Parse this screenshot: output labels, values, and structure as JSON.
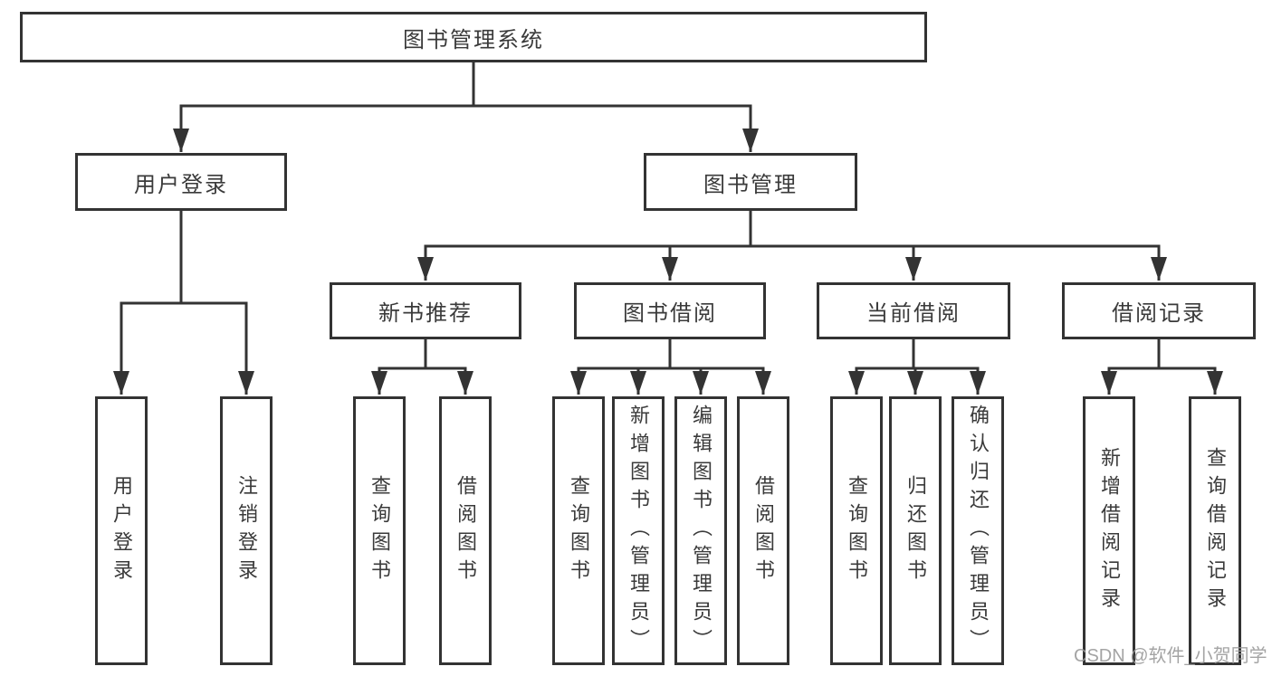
{
  "tree": {
    "root": "图书管理系统",
    "children": [
      {
        "label": "用户登录",
        "children": [
          {
            "label": "用户登录"
          },
          {
            "label": "注销登录"
          }
        ]
      },
      {
        "label": "图书管理",
        "children": [
          {
            "label": "新书推荐",
            "children": [
              {
                "label": "查询图书"
              },
              {
                "label": "借阅图书"
              }
            ]
          },
          {
            "label": "图书借阅",
            "children": [
              {
                "label": "查询图书"
              },
              {
                "label": "新增图书（管理员）"
              },
              {
                "label": "编辑图书（管理员）"
              },
              {
                "label": "借阅图书"
              }
            ]
          },
          {
            "label": "当前借阅",
            "children": [
              {
                "label": "查询图书"
              },
              {
                "label": "归还图书"
              },
              {
                "label": "确认归还（管理员）"
              }
            ]
          },
          {
            "label": "借阅记录",
            "children": [
              {
                "label": "新增借阅记录"
              },
              {
                "label": "查询借阅记录"
              }
            ]
          }
        ]
      }
    ]
  },
  "watermark": "CSDN @软件_小贺同学",
  "colors": {
    "line": "#333333",
    "text": "#3a3a3a",
    "background": "#ffffff",
    "watermark": "#9b9b9b"
  }
}
